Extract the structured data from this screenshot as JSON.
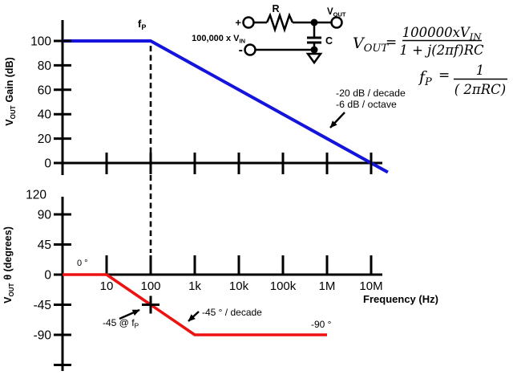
{
  "colors": {
    "gain_line": "#1414dd",
    "phase_line": "#ee1111",
    "axis": "#000000",
    "background": "#ffffff"
  },
  "top_chart": {
    "y_axis_base": "V",
    "y_axis_sub": "OUT",
    "y_axis_rest": "Gain (dB)",
    "pole_base": "f",
    "pole_sub": "P",
    "slope_line1": "-20 dB / decade",
    "slope_line2": "-6 dB / octave"
  },
  "bottom_chart": {
    "y_axis_base": "V",
    "y_axis_sub": "OUT",
    "y_axis_rest": "θ (degrees)",
    "x_axis_title": "Frequency (Hz)",
    "zero_label": "0 °",
    "m45_base": "-45 @ f",
    "m45_sub": "P",
    "slope_label": "-45 ° / decade",
    "m90_label": "-90 °"
  },
  "circuit": {
    "plus": "+",
    "minus": "-",
    "resistor_label": "R",
    "capacitor_label": "C",
    "vout_base": "V",
    "vout_sub": "OUT",
    "source_base": "100,000 x V",
    "source_sub": "IN"
  },
  "equations": {
    "vout": {
      "lhs_base": "V",
      "lhs_sub": "OUT",
      "equals": "=",
      "numerator_base": "100000xV",
      "numerator_sub": "IN",
      "denominator": "1 + j(2πf)RC"
    },
    "pole": {
      "lhs_base": "f",
      "lhs_sub": "P",
      "equals": "=",
      "numerator": "1",
      "denominator": "( 2πRC)"
    }
  },
  "chart_data": [
    {
      "type": "line",
      "name": "gain-vs-frequency",
      "x_scale": "log",
      "x_range_hz": [
        1,
        25000000
      ],
      "ylabel": "VOUT Gain (dB)",
      "ylim": [
        0,
        120
      ],
      "grid": false,
      "x_ticks": [
        [
          10,
          "10"
        ],
        [
          100,
          "100"
        ],
        [
          1000,
          "1k"
        ],
        [
          10000,
          "10k"
        ],
        [
          100000,
          "100k"
        ],
        [
          1000000,
          "1M"
        ],
        [
          10000000,
          "10M"
        ]
      ],
      "x_tick_labels_shown": false,
      "y_ticks": [
        [
          100,
          "100"
        ],
        [
          80,
          "80"
        ],
        [
          60,
          "60"
        ],
        [
          40,
          "40"
        ],
        [
          20,
          "20"
        ],
        [
          0,
          "0"
        ]
      ],
      "series": [
        {
          "name": "gain_dB",
          "color": "#1414dd",
          "points": [
            [
              1,
              100
            ],
            [
              100,
              100
            ],
            [
              10000000,
              0
            ],
            [
              24000000,
              -7.6
            ]
          ]
        }
      ],
      "pole_frequency_hz": 100,
      "pole_label": "fP",
      "slope_annotation": "-20 dB / decade, -6 dB / octave"
    },
    {
      "type": "line",
      "name": "phase-vs-frequency",
      "x_scale": "log",
      "xlabel": "Frequency (Hz)",
      "ylabel": "VOUT θ (degrees)",
      "ylim": [
        -135,
        120
      ],
      "grid": false,
      "x_ticks": [
        [
          10,
          "10"
        ],
        [
          100,
          "100"
        ],
        [
          1000,
          "1k"
        ],
        [
          10000,
          "10k"
        ],
        [
          100000,
          "100k"
        ],
        [
          1000000,
          "1M"
        ],
        [
          10000000,
          "10M"
        ]
      ],
      "y_ticks": [
        [
          90,
          "90"
        ],
        [
          45,
          "45"
        ],
        [
          0,
          "0"
        ],
        [
          -45,
          "-45"
        ],
        [
          -90,
          "-90"
        ],
        [
          -135,
          ""
        ]
      ],
      "y_axis_top_label": [
        120,
        "120"
      ],
      "series": [
        {
          "name": "phase_deg",
          "color": "#ee1111",
          "points": [
            [
              1,
              0
            ],
            [
              10,
              0
            ],
            [
              100,
              -45
            ],
            [
              1000,
              -90
            ],
            [
              1000000,
              -90
            ]
          ]
        }
      ],
      "marker_point": {
        "f_hz": 100,
        "deg": -45
      },
      "slope_annotation": "-45 ° / decade"
    }
  ]
}
